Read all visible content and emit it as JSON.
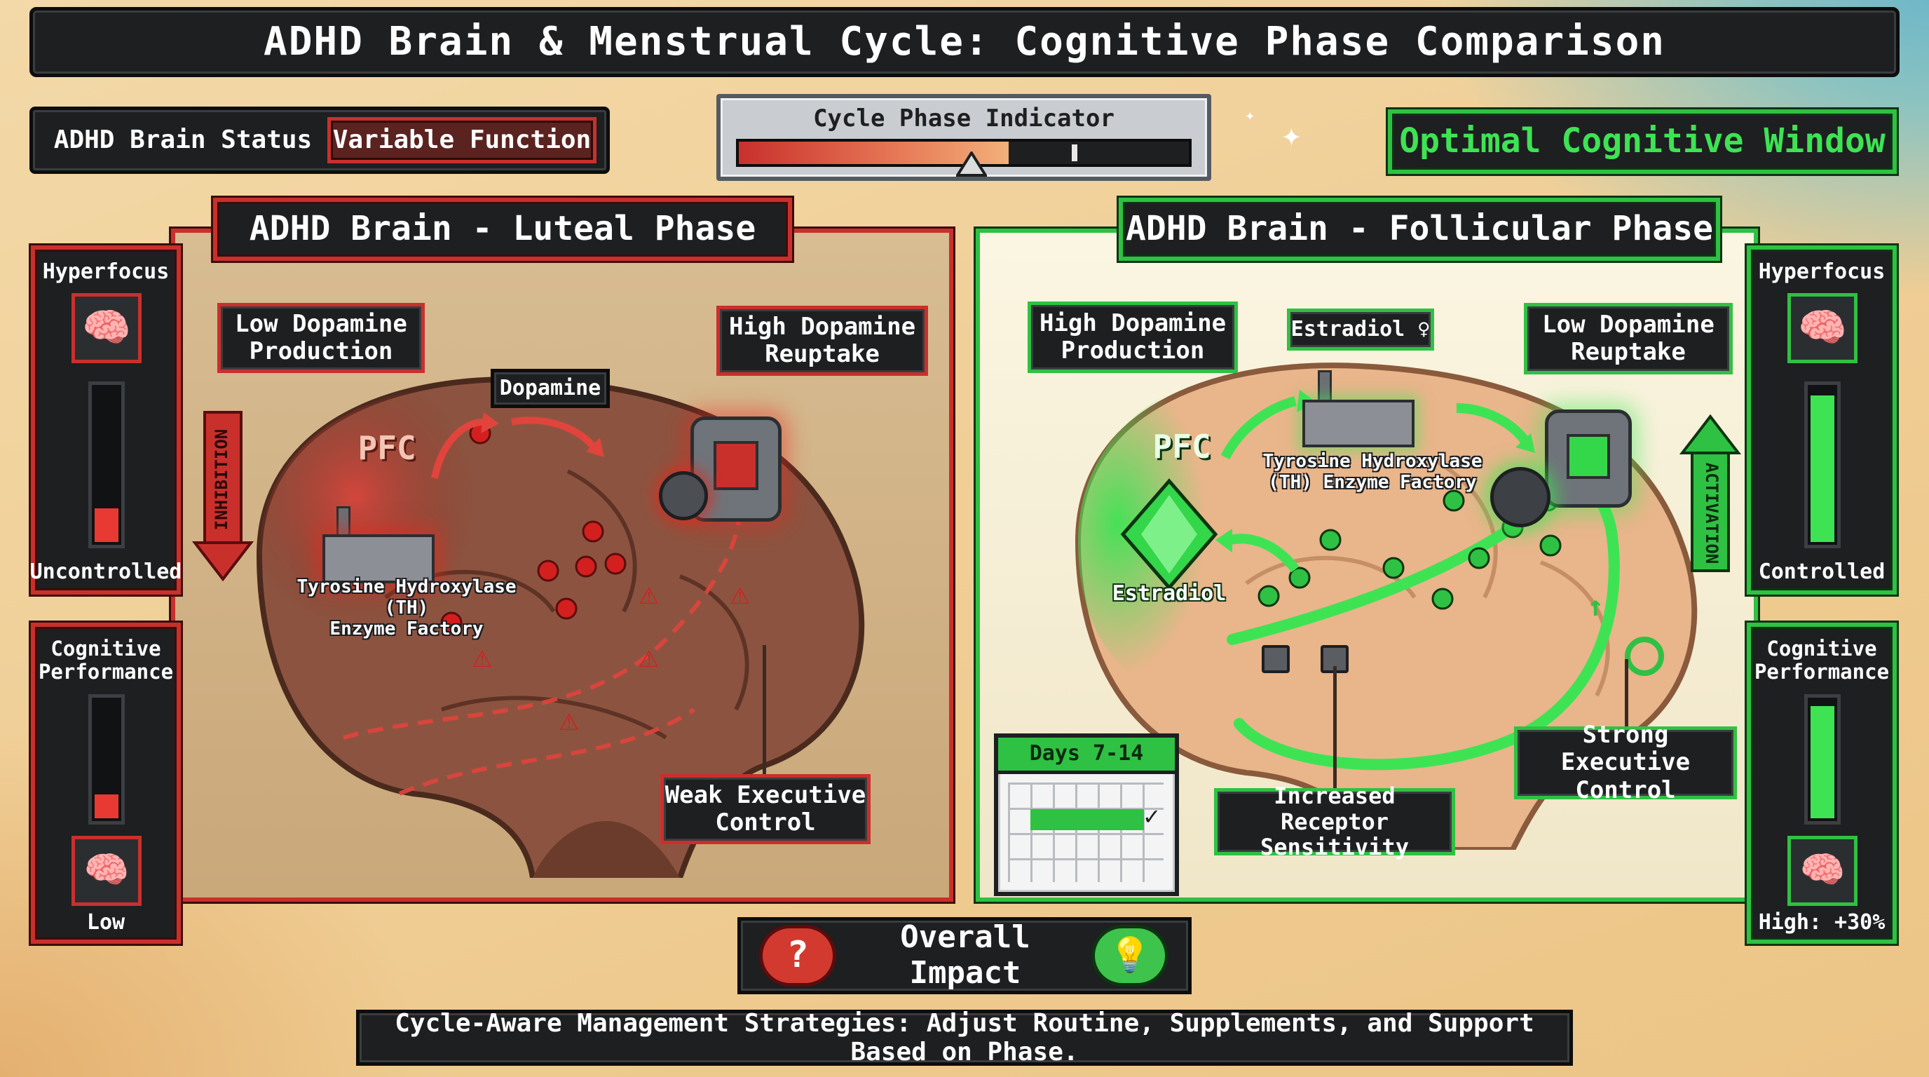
{
  "title": "ADHD Brain & Menstrual Cycle: Cognitive Phase Comparison",
  "status": {
    "label": "ADHD Brain Status",
    "value": "Variable Function"
  },
  "cycle_indicator": {
    "label": "Cycle Phase Indicator",
    "position_fraction": 0.64
  },
  "optimal_window": "Optimal Cognitive Window",
  "luteal": {
    "heading": "ADHD Brain - Luteal Phase",
    "pfc": "PFC",
    "low_dopamine_production": "Low Dopamine\nProduction",
    "dopamine": "Dopamine",
    "high_dopamine_reuptake": "High Dopamine\nReuptake",
    "factory": "Tyrosine Hydroxylase (TH)\nEnzyme Factory",
    "weak_executive": "Weak Executive\nControl",
    "inhibition": "INHIBITION",
    "hyperfocus": {
      "label": "Hyperfocus",
      "status": "Uncontrolled",
      "level": 0.22
    },
    "cognitive": {
      "label": "Cognitive\nPerformance",
      "status": "Low",
      "level": 0.2
    }
  },
  "follicular": {
    "heading": "ADHD Brain - Follicular Phase",
    "pfc": "PFC",
    "high_dopamine_production": "High Dopamine\nProduction",
    "estradiol_tag": "Estradiol ♀",
    "low_dopamine_reuptake": "Low Dopamine\nReuptake",
    "factory": "Tyrosine Hydroxylase\n(TH) Enzyme Factory",
    "estradiol": "Estradiol",
    "calendar": "Days 7-14",
    "receptor": "Increased Receptor\nSensitivity",
    "strong_executive": "Strong Executive\nControl",
    "activation": "ACTIVATION",
    "hyperfocus": {
      "label": "Hyperfocus",
      "status": "Controlled",
      "level": 0.95
    },
    "cognitive": {
      "label": "Cognitive\nPerformance",
      "status": "High: +30%",
      "level": 0.95
    }
  },
  "overall_impact": "Overall Impact",
  "strategies": "Cycle-Aware Management Strategies: Adjust Routine, Supplements, and Support Based on Phase.",
  "colors": {
    "red": "#c9302c",
    "green": "#2fc143",
    "dark": "#1d1f21"
  }
}
